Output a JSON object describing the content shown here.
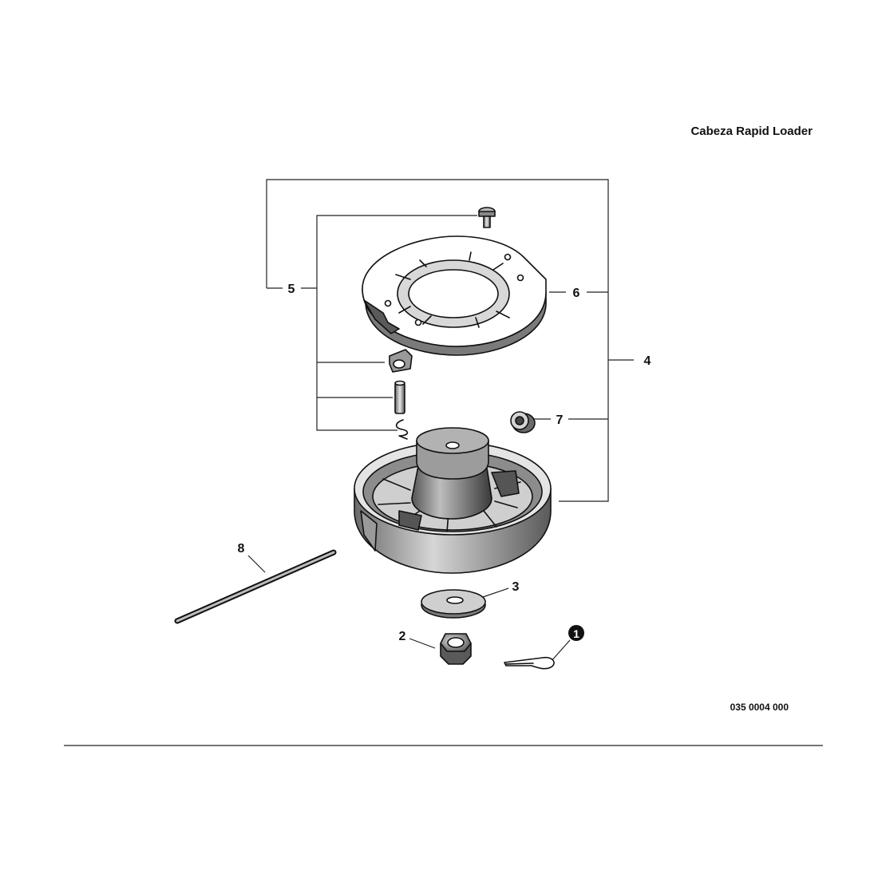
{
  "title": "Cabeza Rapid Loader",
  "drawing_number": "035 0004 000",
  "callouts": {
    "c1": "1",
    "c2": "2",
    "c3": "3",
    "c4": "4",
    "c5": "5",
    "c6": "6",
    "c7": "7",
    "c8": "8"
  },
  "colors": {
    "line": "#111111",
    "shade_dark": "#3a3a3a",
    "shade_mid": "#7a7a7a",
    "shade_light": "#c8c8c8",
    "paper": "#ffffff"
  }
}
